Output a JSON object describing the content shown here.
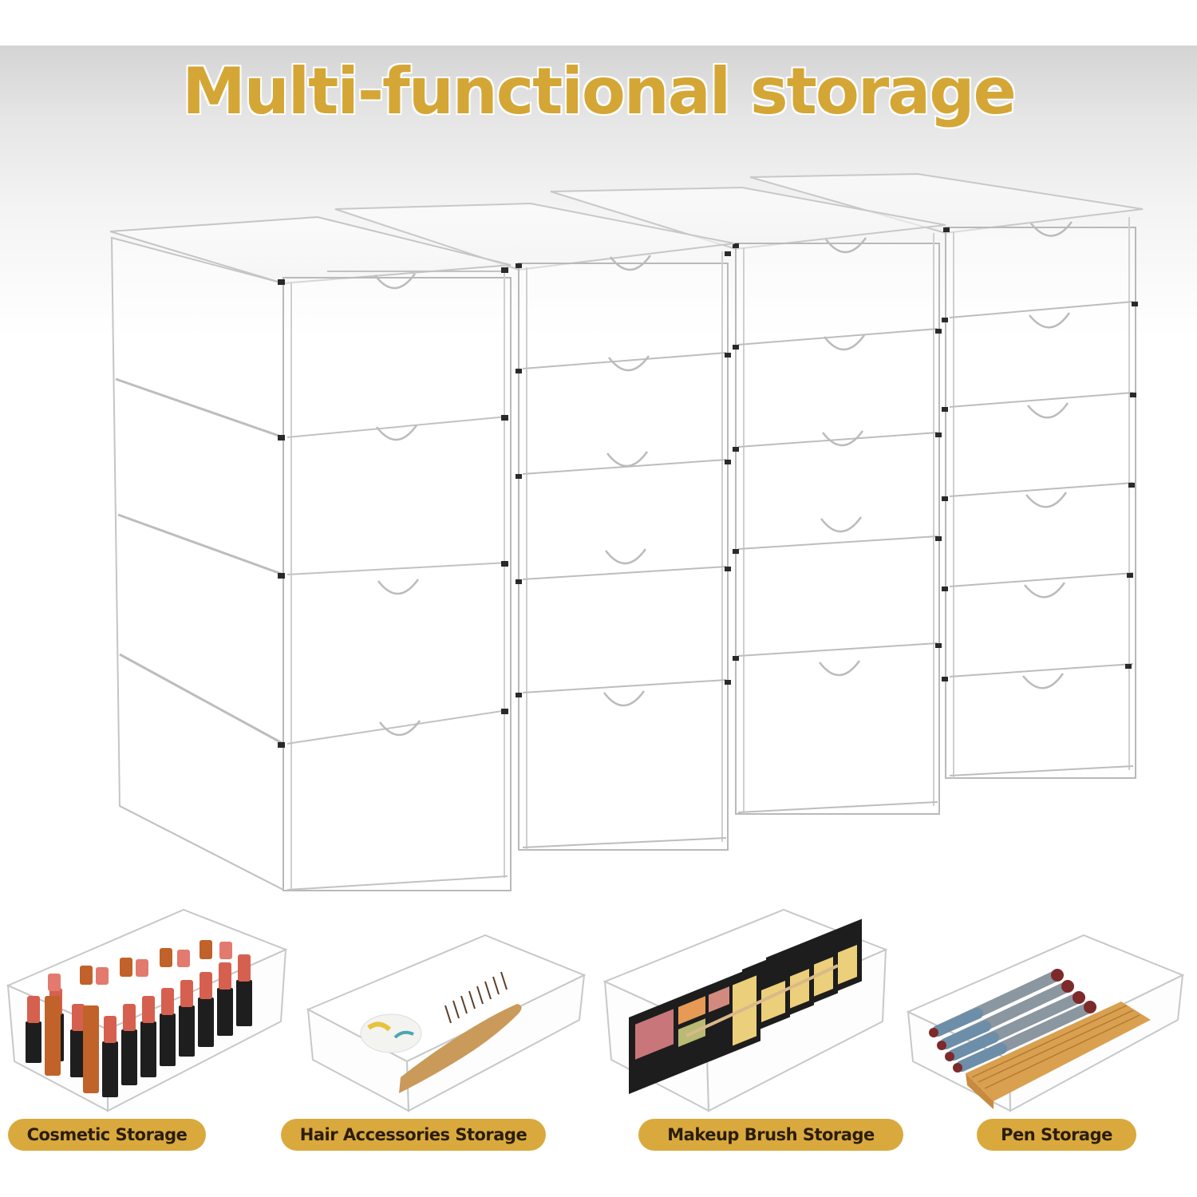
{
  "header": {
    "title": "Multi-functional storage",
    "title_color": "#d4a635"
  },
  "main_product": {
    "description": "Four stacked clear acrylic drawer units",
    "columns": [
      {
        "drawers": 4
      },
      {
        "drawers": 5
      },
      {
        "drawers": 5
      },
      {
        "drawers": 6
      }
    ]
  },
  "uses": [
    {
      "label": "Cosmetic Storage",
      "contents": "lipsticks"
    },
    {
      "label": "Hair Accessories Storage",
      "contents": "scrunchie and hair brush"
    },
    {
      "label": "Makeup Brush Storage",
      "contents": "eyeshadow palettes and brush"
    },
    {
      "label": "Pen Storage",
      "contents": "pens and pencils"
    }
  ],
  "colors": {
    "badge_bg": "#d9a93d",
    "badge_text": "#2b1d0c"
  }
}
